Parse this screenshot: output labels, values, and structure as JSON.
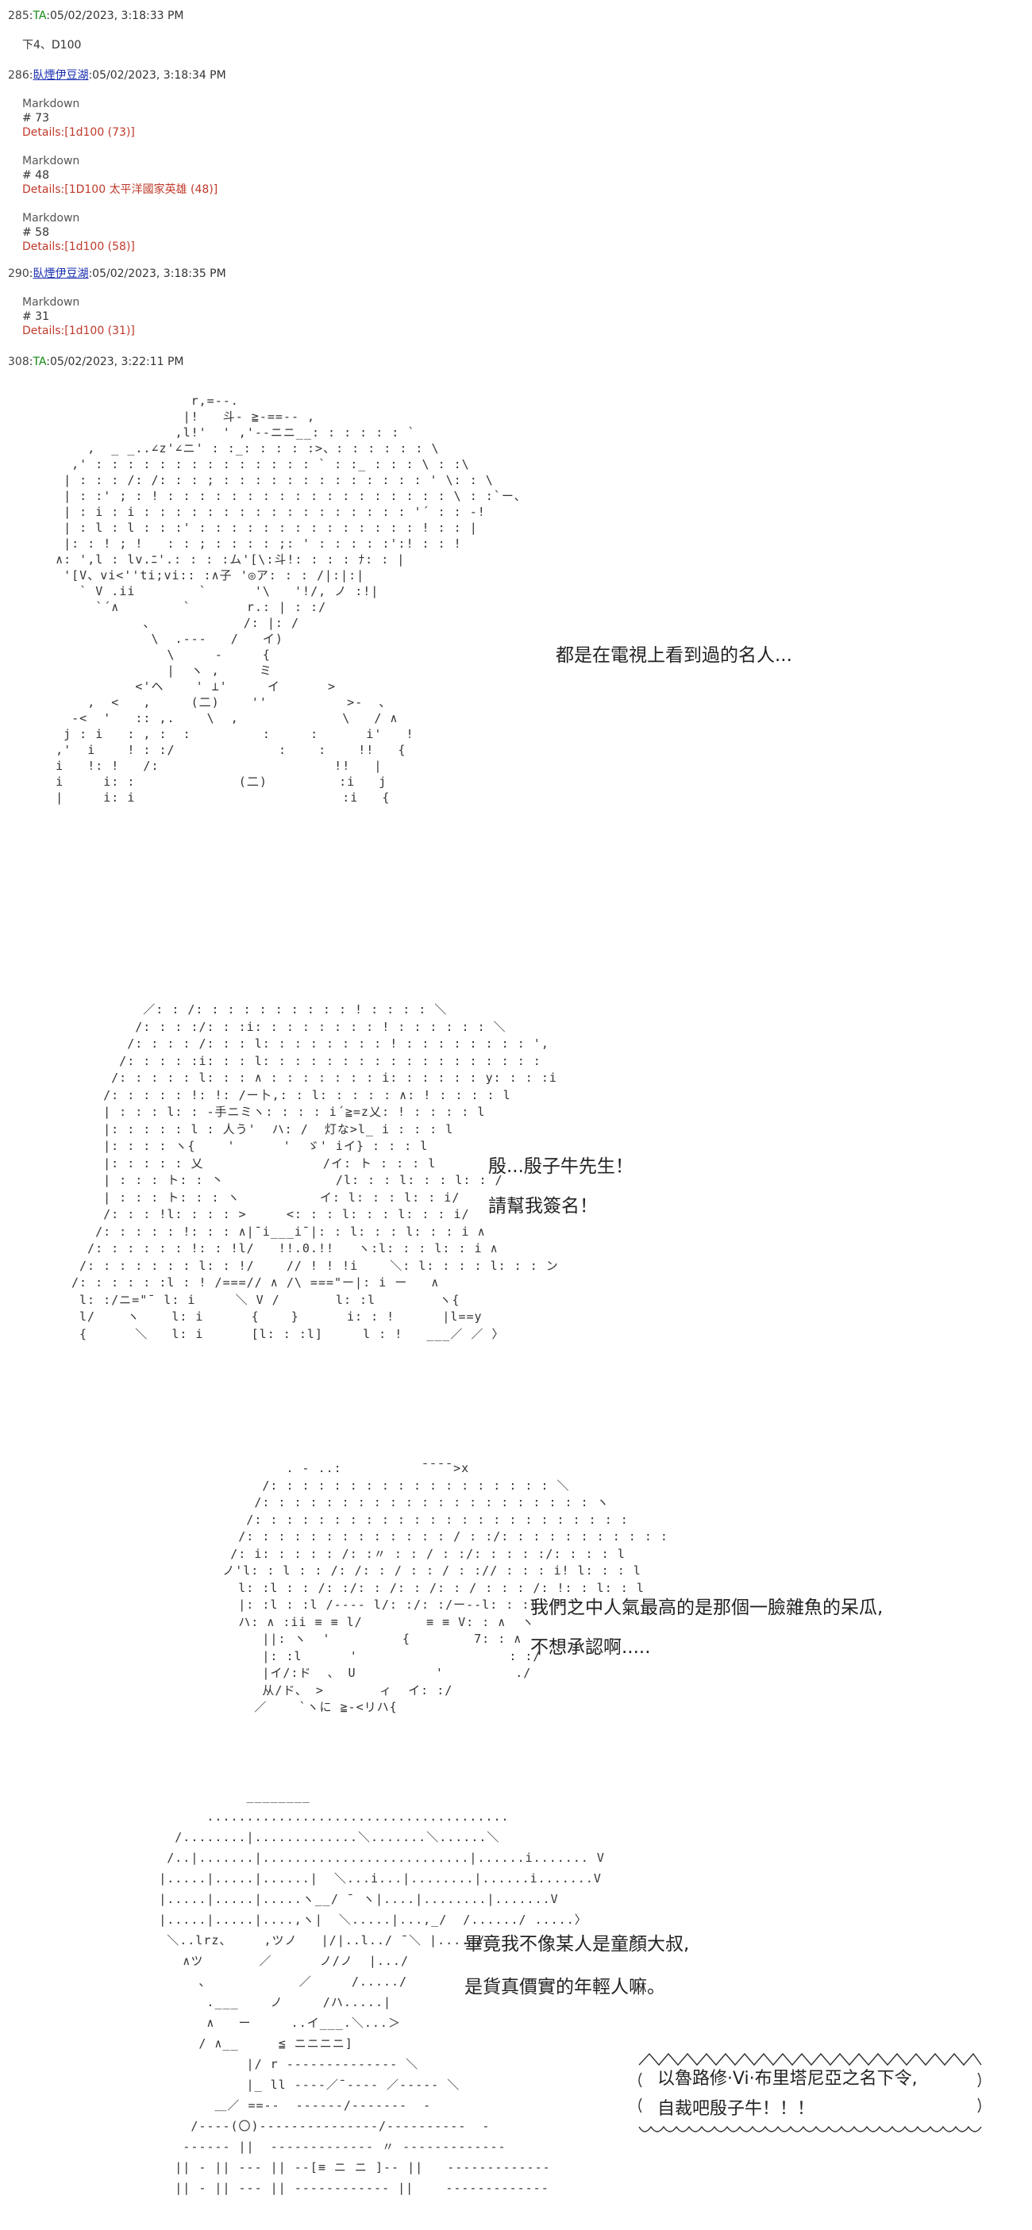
{
  "posts": [
    {
      "number": "285",
      "author": "TA",
      "timestamp": "05/02/2023, 3:18:33 PM",
      "body": "下4、D100"
    },
    {
      "number": "286",
      "author": "臥煙伊豆湖",
      "timestamp": "05/02/2023, 3:18:34 PM",
      "rolls": [
        {
          "label": "Markdown",
          "result": "# 73",
          "detail": "Details:[1d100 (73)]"
        },
        {
          "label": "Markdown",
          "result": "# 48",
          "detail": "Details:[1D100 太平洋國家英雄 (48)]"
        },
        {
          "label": "Markdown",
          "result": "# 58",
          "detail": "Details:[1d100 (58)]"
        }
      ]
    },
    {
      "number": "290",
      "author": "臥煙伊豆湖",
      "timestamp": "05/02/2023, 3:18:35 PM",
      "rolls": [
        {
          "label": "Markdown",
          "result": "# 31",
          "detail": "Details:[1d100 (31)]"
        }
      ]
    },
    {
      "number": "308",
      "author": "TA",
      "timestamp": "05/02/2023, 3:22:11 PM"
    }
  ],
  "speech": {
    "line1": "都是在電視上看到過的名人...",
    "line2a": "殷...殷子牛先生！",
    "line2b": "請幫我簽名！",
    "line3a": "我們之中人氣最高的是那個一臉雜魚的呆瓜,",
    "line3b": "不想承認啊.....",
    "line4a": "畢竟我不像某人是童顏大叔,",
    "line4b": "是貨真價實的年輕人嘛。",
    "shout_a": "以魯路修·Vi·布里塔尼亞之名下令,",
    "shout_b": "自裁吧殷子牛！！！"
  },
  "art": {
    "figure1": "                    r,=‐-.\n                   |!   斗‐ ≧-==-‐ ,\n                  ,l!'  ' ,'-‐ニニ__: : : : : : `\n       ,  _ _..∠z'∠ニ' : :_: : : : :>、: : : : : : \\\n     ,' : : : : : : : : : : : : : : ` : :_ : : : \\ : :\\\n    | : : : /: /: : : ; : : : : : : : : : : : : : ' \\: : \\\n    | : :' ; : ! : : : : : : : : : : : : : : : : : : \\ : :`ー、\n    | : i : i : : : : : : : : : : : : : : : : : '´ : : ‐!\n    | : l : l : : :' : : : : : : : : : : : : : : ! : : |\n    |: : ! ; !   : : ; : : : : ;: ' : : : : :':! : : !\n   ∧: ',l : lv.ﾆ'.: : : :ム'[\\:斗!: : : : ﾅ: : |\n    '[V、vi<''ti;vi:: :∧子 '◎ア: : : /|:|:|\n      ` V .ii        `      '\\   '!/, ノ :!|\n        `´∧        `       r.: | : :/\n              、           /: |: /\n               \\  .---   /   イ)\n                 \\     ‐     {\n                 |  ヽ ,     ミ\n             <'ヘ    ' ⊥'     イ      >\n       ,  <   ,     (二)    ''          >-  、\n     -<  '   :: ,.    \\  ,             \\   / ∧\n    j : i   : , :  :         :     :      i'   !\n   ,'  i    ! : :/             :    :    !!   {\n   i   !: !   /:                      !!   |\n   i     i: :             (二)         :i   j\n   |     i: i                          :i   {",
    "figure2": "         ／: : /: : : : : : : : : : ! : : : : ＼\n        /: : : :/: : :i: : : : : : : : ! : : : : : : ＼\n       /: : : : /: : : l: : : : : : : : ! : : : : : : : : ',\n      /: : : : :i: : : l: : : : : : : : : : : : : : : : : :\n     /: : : : : l: : : ∧ : : : : : : : i: : : : : : y: : : :i\n    /: : : : : !: !: /ー卜,: : l: : : : : ∧: ! : : : : l\n    | : : : l: : ‐手ニミヽ: : : : i´≧=z乂: ! : : : : l\n    |: : : : : l : 人う'  ハ: /  灯な>l_ i : : : l\n    |: : : : ヽ{    '      '  ゞ' iイ} : : : l\n    |: : : : : 乂               /イ: ト : : : l\n    | : : : ト: : 丶              /l: : : l: : : l: : /\n    | : : : ト: : : ヽ          イ: l: : : l: : i/\n    /: : : !l: : : : >     <: : : l: : : l: : : i/\n   /: : : : : !: : : ∧|¯i___i¯|: : l: : : l: : : i ∧\n  /: : : : : : !: : !l/   !!.0.!!   ヽ:l: : : l: : i ∧\n /: : : : : : : l: : !/    // ! ! !i    ＼: l: : : : l: : : ン\n/: : : : : :l : ! /===// ∧ /\\ ===\"ー|: i ー   ∧\n l: :/ニ=\"¯ l: i     ＼ V /       l: :l        ヽ{\n l/    ヽ    l: i      {    }      i: : !      |l==y\n {      ＼   l: i      [l: : :l]     l : !   ___／ ／ 〉",
    "figure3": "               . ‐ ..:          ¯¯¯¯>x\n            /: : : : : : : : : : : : : : : : : : ＼\n           /: : : : : : : : : : : : : : : : : : : : : ヽ\n          /: : : : : : : : : : : : : : : : : : : : : : : :\n         /: : : : : : : : : : : : : / : :/: : : : : : : : : : :\n        /: i: : : : : /: :〃 : : / : :/: : : : :/: : : : l\n       ノ'l: : l : : /: /: : / : : / : :// : : : i! l: : : l\n         l: :l : : /: :/: : /: : /: : / : : : /: !: : l: : l\n         |: :l : :l /‐‐‐‐ l/: :/: :/ー‐‐l: : :l: : l\n         ハ: ∧ :ii ≡ ≡ l/        ≡ ≡ V: : ∧  ヽ\n            ||: ヽ  '         {        7: : ∧\n            |: :l      '                   : :/\n            |イ/:ド  、 U          '         ./\n            从/ド、 >       ィ  イ: :/\n           ／    `ヽに ≧‐<リハ{",
    "figure4": "                  ________\n             ......................................\n         /........|.............＼.......＼......＼\n        /..|.......|..........................|......i....... V\n       |.....|.....|......|  ＼...i...|........|......i.......V\n       |.....|.....|.....ヽ__/ ¯ ヽ|....|........|.......V\n       |.....|.....|....,ヽ|  ＼.....|...,_/  /....../ .....〉\n        ＼..lrz、    ,ツノ   |/|..l../ ¯＼ |...../\n          ∧ツ       ／      ノ/ノ  |.../\n            、           ／     /...../\n             .___    ノ     /ハ.....|\n             ∧   ー     ..イ___.＼...＞\n            / ∧__     ≦ ニニニニ]\n                  |/ r ‐‐‐‐‐‐‐‐‐‐‐‐‐‐ ＼\n                  |_ ll ‐‐‐‐／¯‐‐‐‐ ／‐‐‐‐‐ ＼\n              ＿／ ==‐‐  ‐‐‐‐‐‐/‐‐‐‐‐‐‐  -\n           /‐‐‐‐(〇)‐‐‐‐‐‐‐‐‐‐‐‐‐‐‐/‐‐‐‐‐‐‐‐‐‐  -\n          ‐‐‐‐‐‐ ||  ‐‐‐‐‐‐‐‐‐‐‐‐‐ 〃 ‐‐‐‐‐‐‐‐‐‐‐‐‐ \n         || ‐ || ‐‐‐ || ‐‐[≡ ニ ニ ]‐‐ ||   ‐‐‐‐‐‐‐‐‐‐‐‐‐\n         || ‐ || ‐‐‐ || ‐‐‐‐‐‐‐‐‐‐‐‐ ||    ‐‐‐‐‐‐‐‐‐‐‐‐‐"
  }
}
